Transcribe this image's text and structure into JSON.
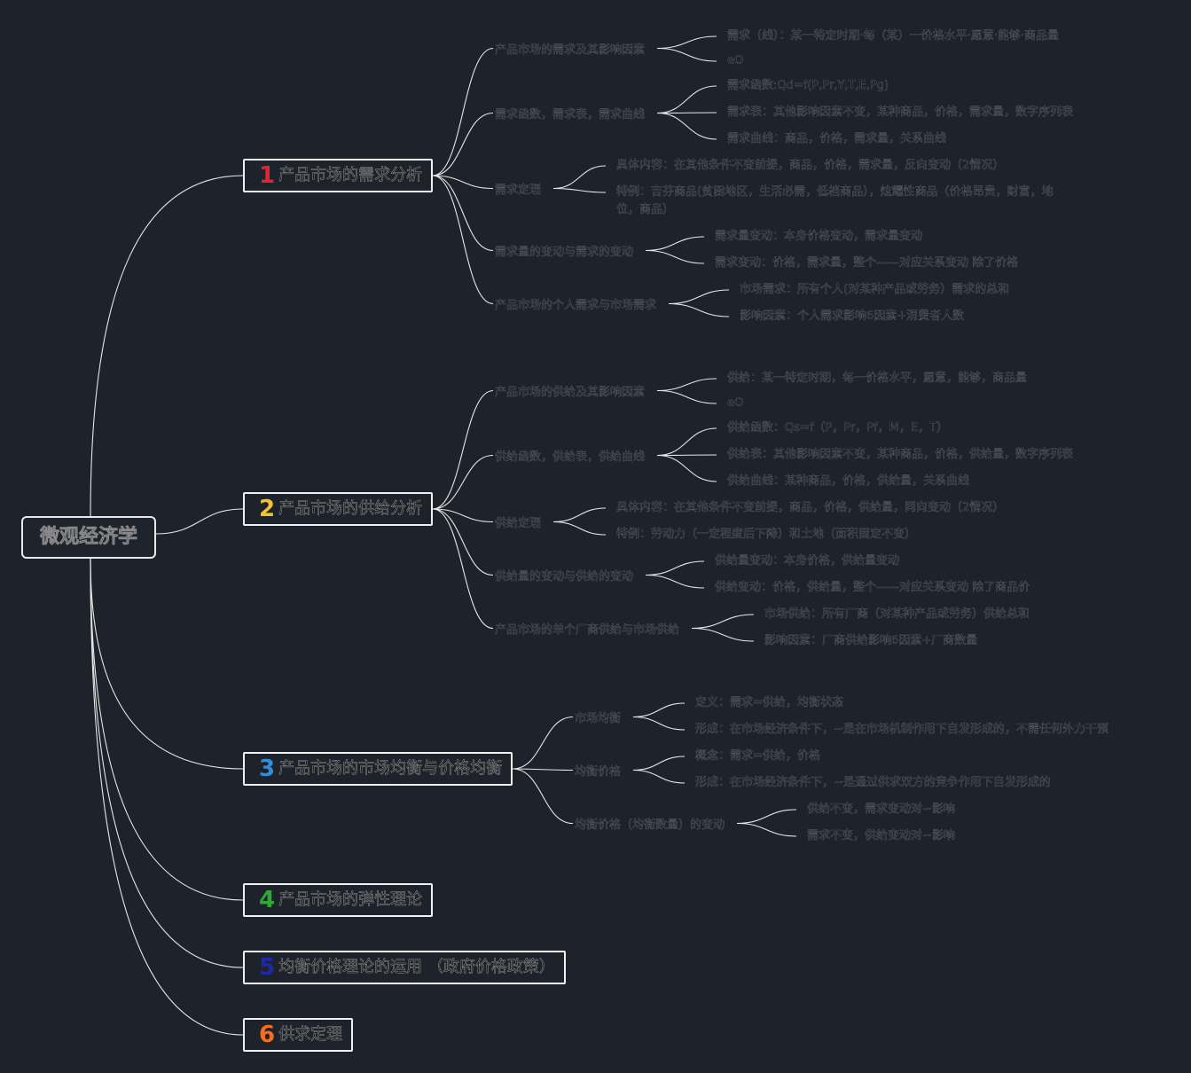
{
  "root": "微观经济学",
  "colors": {
    "background": "#1e232b",
    "line": "#e6e6e6",
    "num1": "#e02434",
    "num2": "#f1c232",
    "num3": "#2f8ed8",
    "num4": "#2fa836",
    "num5": "#1c2aa8",
    "num6": "#f26f1f"
  },
  "branches": [
    {
      "num": "1",
      "title": "产品市场的需求分析",
      "children": [
        {
          "label": "产品市场的需求及其影响因素",
          "leaves": [
            "需求（线）：某一特定时期·每（某）一价格水平·愿意·能够·商品量",
            "eO"
          ]
        },
        {
          "label": "需求函数，需求表，需求曲线",
          "leaves": [
            "需求函数:Qd=f(P,Pr,Y,T,E,Pg)",
            "需求表：其他影响因素不变，某种商品，价格，需求量，数字序列表",
            "需求曲线：商品，价格，需求量，关系曲线"
          ]
        },
        {
          "label": "需求定理",
          "leaves": [
            "具体内容：在其他条件不变前提，商品，价格，需求量，反向变动（2情况）",
            "特例：吉芬商品(贫困地区，生活必需，低档商品），炫耀性商品（价格昂贵，财富，地位，商品）"
          ]
        },
        {
          "label": "需求量的变动与需求的变动",
          "leaves": [
            "需求量变动：本身价格变动，需求量变动",
            "需求变动：价格，需求量，整个——对应关系变动 除了价格"
          ]
        },
        {
          "label": "产品市场的个人需求与市场需求",
          "leaves": [
            "市场需求：所有个人(对某种产品或劳务）需求的总和",
            "影响因素：个人需求影响6因素+消费者人数"
          ]
        }
      ]
    },
    {
      "num": "2",
      "title": "产品市场的供给分析",
      "children": [
        {
          "label": "产品市场的供给及其影响因素",
          "leaves": [
            "供给：某一特定时期，每一价格水平，愿意，能够，商品量",
            "eO"
          ]
        },
        {
          "label": "供给函数，供给表，供给曲线",
          "leaves": [
            "供给函数：Qs=f（P，Pr，Pf，M，E，T）",
            "供给表：其他影响因素不变，某种商品，价格，供给量，数字序列表",
            "供给曲线：某种商品，价格，供给量，关系曲线"
          ]
        },
        {
          "label": "供给定理",
          "leaves": [
            "具体内容：在其他条件不变前提，商品，价格，供给量，同向变动（2情况）",
            "特例：劳动力（一定程度后下降）和土地（面积固定不变）"
          ]
        },
        {
          "label": "供给量的变动与供给的变动",
          "leaves": [
            "供给量变动：本身价格，供给量变动",
            "供给变动：价格，供给量，整个——对应关系变动 除了商品价"
          ]
        },
        {
          "label": "产品市场的单个厂商供给与市场供给",
          "leaves": [
            "市场供给：所有厂商（对某种产品或劳务）供给总和",
            "影响因素：厂商供给影响6因素+厂商数量"
          ]
        }
      ]
    },
    {
      "num": "3",
      "title": "产品市场的市场均衡与价格均衡",
      "children": [
        {
          "label": "市场均衡",
          "leaves": [
            "定义：需求=供给，均衡状态",
            "形成：在市场经济条件下，~是在市场机制作用下自发形成的，不需任何外力干预"
          ]
        },
        {
          "label": "均衡价格",
          "leaves": [
            "概念：需求=供给，价格",
            "形成：在市场经济条件下，~是通过供求双方的竞争作用下自发形成的"
          ]
        },
        {
          "label": "均衡价格（均衡数量）的变动",
          "leaves": [
            "供给不变，需求变动对~影响",
            "需求不变，供给变动对~影响"
          ]
        }
      ]
    },
    {
      "num": "4",
      "title": "产品市场的弹性理论",
      "children": []
    },
    {
      "num": "5",
      "title": "均衡价格理论的运用 （政府价格政策）",
      "children": []
    },
    {
      "num": "6",
      "title": "供求定理",
      "children": []
    }
  ]
}
